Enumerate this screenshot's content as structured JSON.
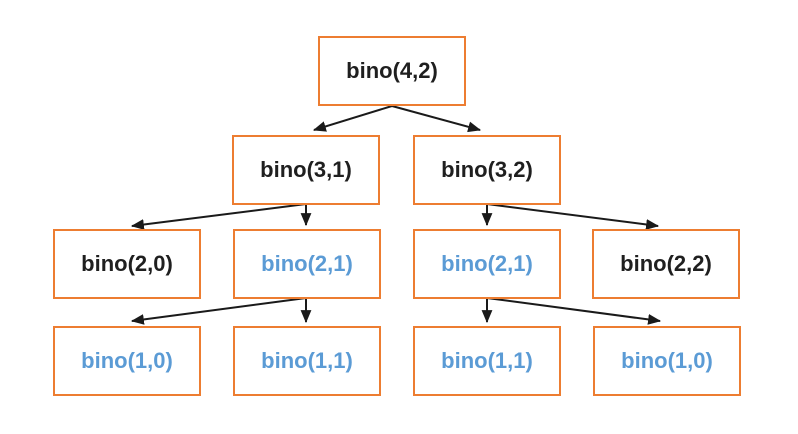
{
  "diagram": {
    "type": "recursion-tree",
    "subject": "binomial coefficient recursion bino(n,k)",
    "colors": {
      "box_border": "#ED7D31",
      "text_black": "#1F1F1F",
      "text_blue": "#5B9BD5",
      "arrow": "#1A1A1A",
      "background": "#FFFFFF"
    },
    "nodes": [
      {
        "id": "n0",
        "label": "bino(4,2)",
        "level": 1,
        "text_color": "#1F1F1F"
      },
      {
        "id": "n1",
        "label": "bino(3,1)",
        "level": 2,
        "text_color": "#1F1F1F"
      },
      {
        "id": "n2",
        "label": "bino(3,2)",
        "level": 2,
        "text_color": "#1F1F1F"
      },
      {
        "id": "n3",
        "label": "bino(2,0)",
        "level": 3,
        "text_color": "#1F1F1F"
      },
      {
        "id": "n4",
        "label": "bino(2,1)",
        "level": 3,
        "text_color": "#5B9BD5"
      },
      {
        "id": "n5",
        "label": "bino(2,1)",
        "level": 3,
        "text_color": "#5B9BD5"
      },
      {
        "id": "n6",
        "label": "bino(2,2)",
        "level": 3,
        "text_color": "#1F1F1F"
      },
      {
        "id": "n7",
        "label": "bino(1,0)",
        "level": 4,
        "text_color": "#5B9BD5"
      },
      {
        "id": "n8",
        "label": "bino(1,1)",
        "level": 4,
        "text_color": "#5B9BD5"
      },
      {
        "id": "n9",
        "label": "bino(1,1)",
        "level": 4,
        "text_color": "#5B9BD5"
      },
      {
        "id": "n10",
        "label": "bino(1,0)",
        "level": 4,
        "text_color": "#5B9BD5"
      }
    ],
    "edges": [
      {
        "from": "n0",
        "to": "n1"
      },
      {
        "from": "n0",
        "to": "n2"
      },
      {
        "from": "n1",
        "to": "n3"
      },
      {
        "from": "n1",
        "to": "n4"
      },
      {
        "from": "n2",
        "to": "n5"
      },
      {
        "from": "n2",
        "to": "n6"
      },
      {
        "from": "n4",
        "to": "n7"
      },
      {
        "from": "n4",
        "to": "n8"
      },
      {
        "from": "n5",
        "to": "n9"
      },
      {
        "from": "n5",
        "to": "n10"
      }
    ]
  }
}
